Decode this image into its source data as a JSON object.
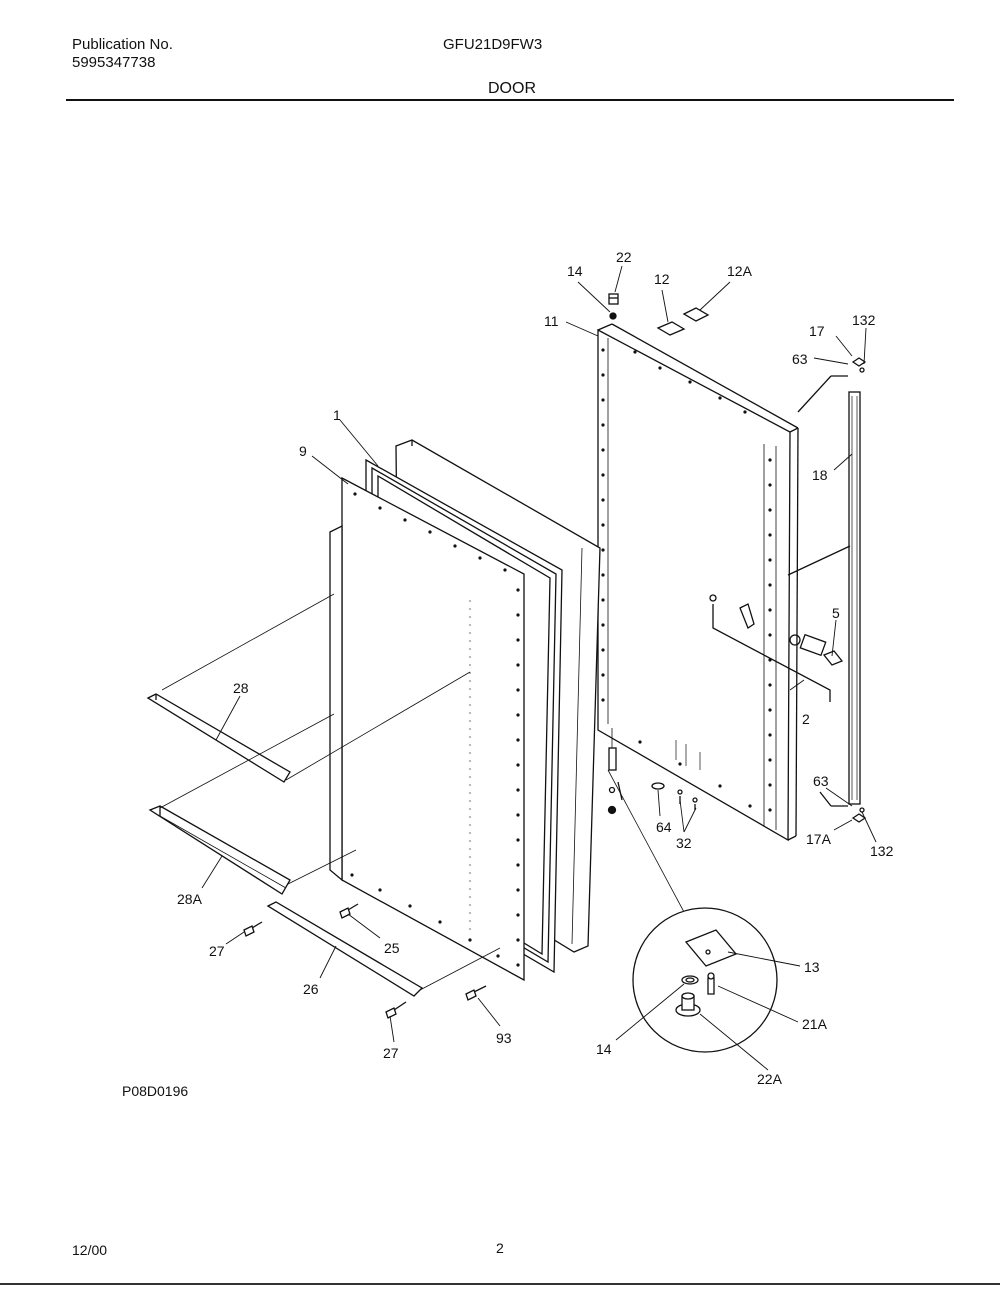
{
  "header": {
    "publication_label": "Publication No.",
    "publication_number": "5995347738",
    "model": "GFU21D9FW3",
    "section": "DOOR"
  },
  "diagram": {
    "figure_id": "P08D0196",
    "callouts": {
      "c22": "22",
      "c14_top": "14",
      "c12": "12",
      "c12A": "12A",
      "c11": "11",
      "c17": "17",
      "c132_top": "132",
      "c63_top": "63",
      "c18": "18",
      "c1": "1",
      "c9": "9",
      "c5": "5",
      "c2": "2",
      "c28": "28",
      "c63_bot": "63",
      "c64": "64",
      "c32": "32",
      "c17A": "17A",
      "c132_bot": "132",
      "c28A": "28A",
      "c25": "25",
      "c27_top": "27",
      "c26": "26",
      "c27_bot": "27",
      "c93": "93",
      "c13": "13",
      "c21A": "21A",
      "c14_detail": "14",
      "c22A": "22A"
    }
  },
  "footer": {
    "date": "12/00",
    "page": "2"
  }
}
